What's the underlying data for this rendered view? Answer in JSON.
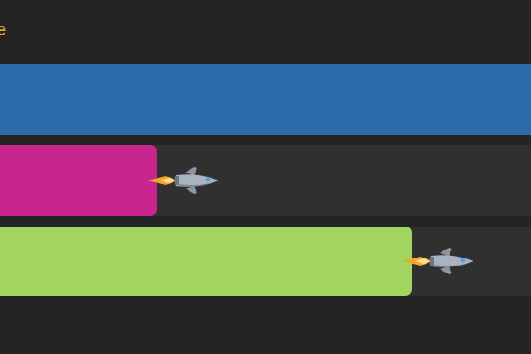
{
  "header": {
    "glyph": "e",
    "glyph_color": "#f0a040"
  },
  "progress_bars": [
    {
      "id": "bar-1",
      "progress": 1.0,
      "color": "#2a6aa9",
      "rocket_visible": false
    },
    {
      "id": "bar-2",
      "progress": 0.295,
      "color": "#c9258f",
      "rocket_visible": true
    },
    {
      "id": "bar-3",
      "progress": 0.775,
      "color": "#a2d45f",
      "rocket_visible": true
    }
  ],
  "colors": {
    "background": "#242424",
    "track": "#303030",
    "flame": "#f4a62a",
    "rocket_body": "#a9b3bf",
    "rocket_window": "#4fa3e0"
  },
  "icons": {
    "rocket": "rocket-icon"
  }
}
